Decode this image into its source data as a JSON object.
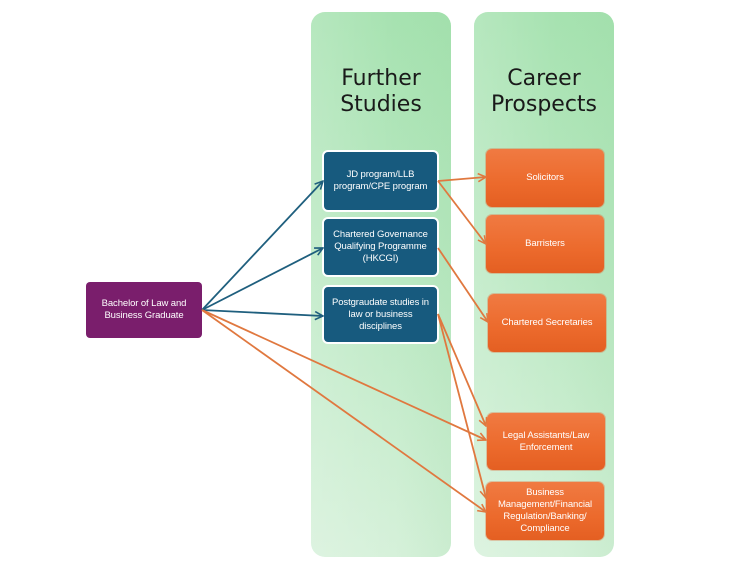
{
  "colors": {
    "graduate_fill": "#7a1e6c",
    "study_fill": "#175a7e",
    "career_fill": "#ec6a2c",
    "panel_fill": "#b9e8c1",
    "blue_arrow": "#1f5f7e",
    "orange_arrow": "#e0783f"
  },
  "graduate": {
    "label": "Bachelor of Law and Business Graduate"
  },
  "further_studies": {
    "title": "Further Studies",
    "items": [
      {
        "id": "jd",
        "label": "JD program/LLB program/CPE program"
      },
      {
        "id": "cgqp",
        "label": "Chartered Governance Qualifying Programme (HKCGI)"
      },
      {
        "id": "pg",
        "label": "Postgraudate studies in law or business disciplines"
      }
    ]
  },
  "career_prospects": {
    "title": "Career Prospects",
    "items": [
      {
        "id": "solicitors",
        "label": "Solicitors"
      },
      {
        "id": "barristers",
        "label": "Barristers"
      },
      {
        "id": "chartered_secretaries",
        "label": "Chartered Secretaries"
      },
      {
        "id": "legal",
        "label": "Legal Assistants/Law Enforcement"
      },
      {
        "id": "business",
        "label": "Business Management/Financial Regulation/Banking/ Compliance"
      }
    ]
  },
  "connections": [
    {
      "from": "graduate",
      "to": "jd",
      "color": "blue"
    },
    {
      "from": "graduate",
      "to": "cgqp",
      "color": "blue"
    },
    {
      "from": "graduate",
      "to": "pg",
      "color": "blue"
    },
    {
      "from": "graduate",
      "to": "legal",
      "color": "orange"
    },
    {
      "from": "graduate",
      "to": "business",
      "color": "orange"
    },
    {
      "from": "jd",
      "to": "solicitors",
      "color": "orange"
    },
    {
      "from": "jd",
      "to": "barristers",
      "color": "orange"
    },
    {
      "from": "cgqp",
      "to": "chartered_secretaries",
      "color": "orange"
    },
    {
      "from": "pg",
      "to": "legal",
      "color": "orange"
    },
    {
      "from": "pg",
      "to": "business",
      "color": "orange"
    }
  ]
}
